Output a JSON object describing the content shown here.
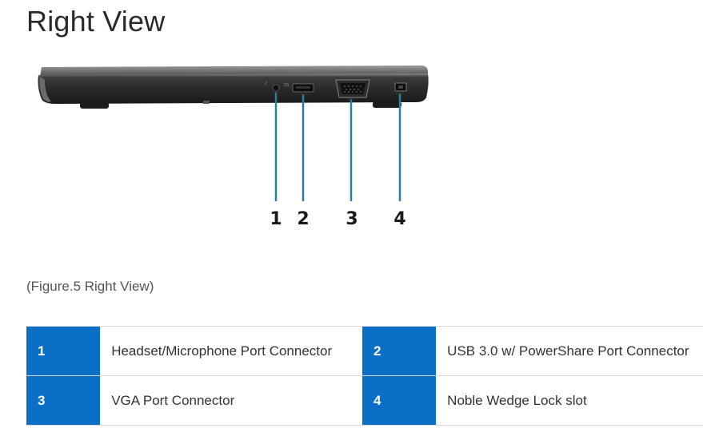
{
  "page": {
    "title": "Right View"
  },
  "figure": {
    "callouts": [
      "1",
      "2",
      "3",
      "4"
    ],
    "caption": "(Figure.5 Right View)"
  },
  "ports": [
    {
      "num": "1",
      "label": "Headset/Microphone Port Connector"
    },
    {
      "num": "2",
      "label": "USB 3.0 w/ PowerShare Port Connector"
    },
    {
      "num": "3",
      "label": "VGA Port Connector"
    },
    {
      "num": "4",
      "label": "Noble Wedge Lock slot"
    }
  ],
  "colors": {
    "number_cell": "#0b6fc7",
    "callout_line": "#2a7f9a"
  }
}
